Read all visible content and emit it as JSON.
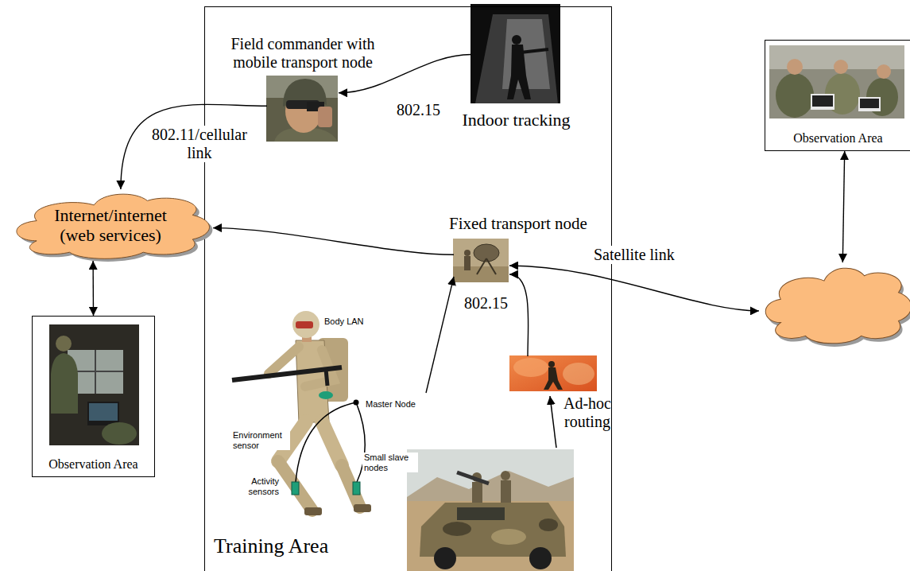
{
  "diagram": {
    "nodes": [
      {
        "text": [
          "Training Area"
        ]
      },
      {
        "text": [
          "Field commander with mobile transport node"
        ],
        "in": 0
      },
      {
        "text": [
          "Indoor tracking"
        ],
        "in": 0
      },
      {
        "text": [
          "Fixed transport node"
        ],
        "in": 0
      },
      {
        "text": [
          "Body LAN",
          "Master Node",
          "Environment sensor",
          "Small slave nodes",
          "Activity sensors"
        ],
        "in": 0
      },
      {
        "text": [
          "Ad-hoc routing"
        ],
        "in": 0
      },
      {
        "text": [
          "Internet/internet (web services)"
        ]
      },
      {
        "text": [
          "Observation Area"
        ]
      },
      {
        "text": [
          "Observation Area"
        ]
      },
      {
        "text": []
      }
    ],
    "edges": [
      {
        "from": 2,
        "to": 1,
        "arrow": "to",
        "label": "802.15"
      },
      {
        "from": 1,
        "to": 6,
        "arrow": "to",
        "label": "802.11/cellular link"
      },
      {
        "from": 3,
        "to": 6,
        "arrow": "to"
      },
      {
        "from": 4,
        "to": 3,
        "arrow": "to"
      },
      {
        "from": 5,
        "to": 3,
        "arrow": "to"
      },
      {
        "from": 3,
        "to": 9,
        "arrow": "both",
        "label": "Satellite link"
      },
      {
        "from": 6,
        "to": 7,
        "arrow": "both"
      },
      {
        "from": 8,
        "to": 9,
        "arrow": "both"
      }
    ],
    "labels": [
      "802.15"
    ]
  }
}
